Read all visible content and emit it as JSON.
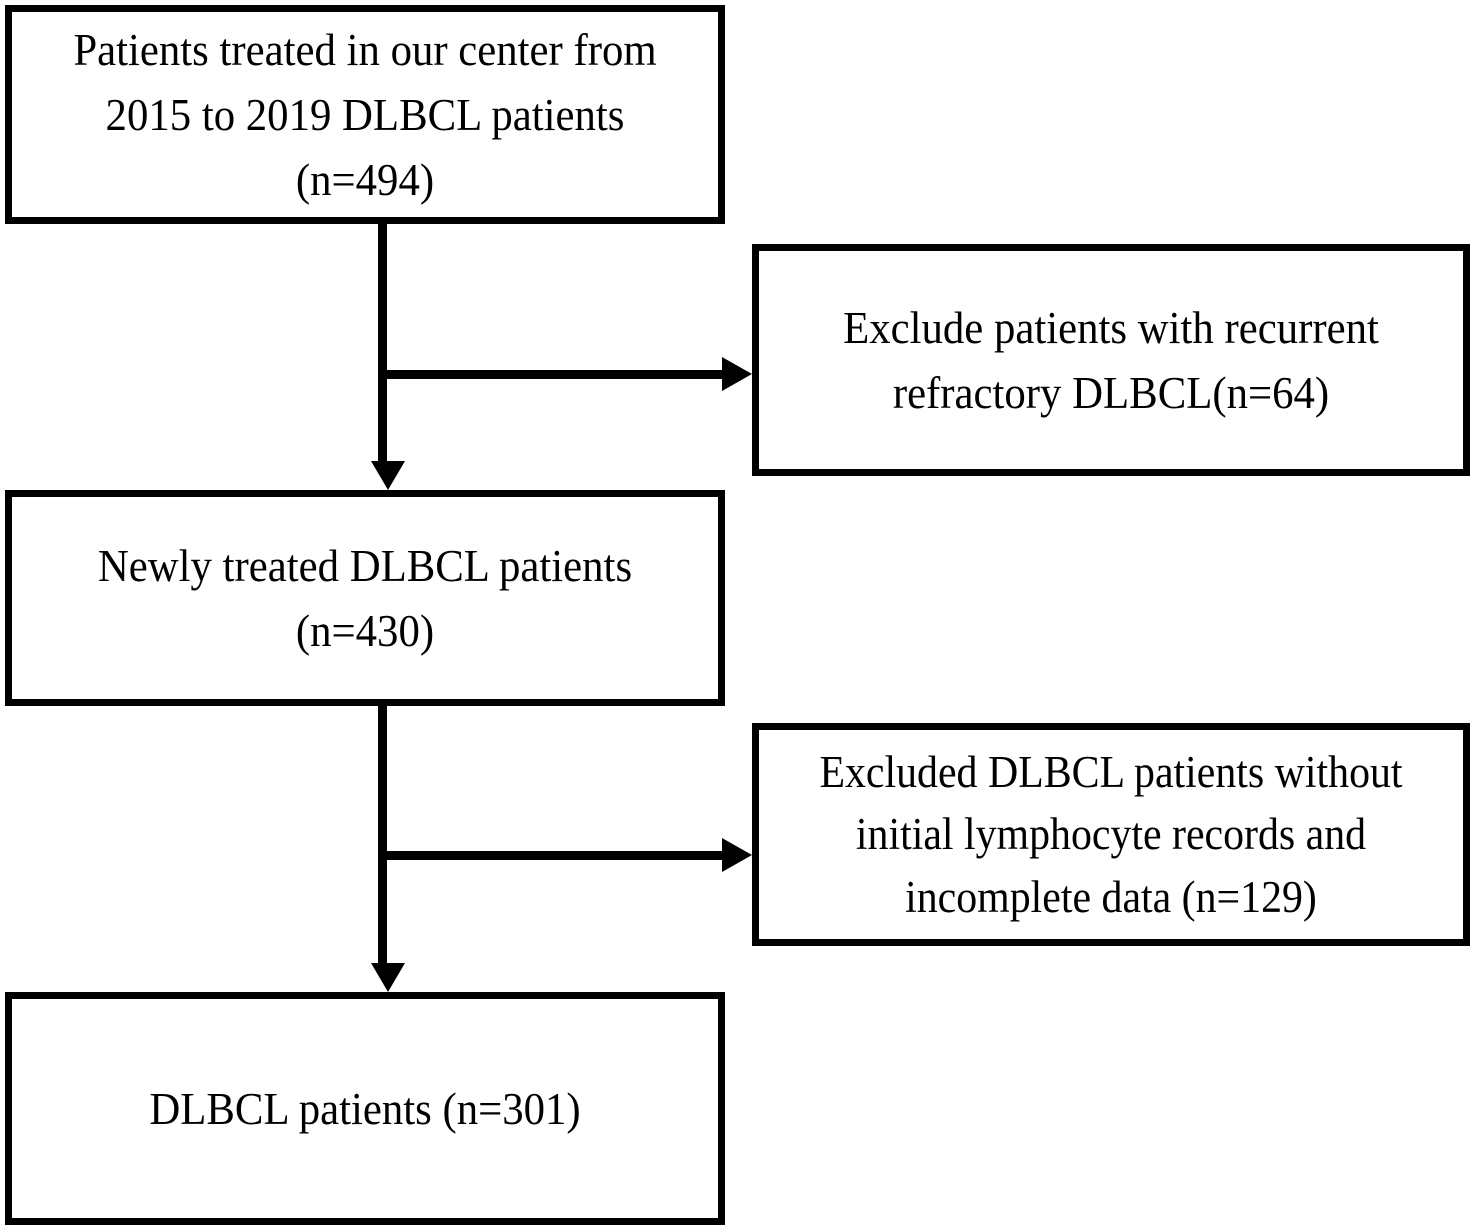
{
  "diagram": {
    "title": "DLBCL patient selection flowchart",
    "type": "flowchart",
    "orientation": "top-to-bottom with right-side exclusion branches",
    "colors": {
      "background": "#ffffff",
      "border": "#000000",
      "text": "#000000",
      "connector": "#000000"
    },
    "nodes": {
      "cohort_initial": {
        "id": "cohort-initial",
        "kind": "cohort",
        "lines": [
          "Patients treated in our center from",
          "2015 to 2019 DLBCL patients",
          "(n=494)"
        ],
        "count": 494
      },
      "excluded_recurrent": {
        "id": "excluded-recurrent",
        "kind": "exclusion",
        "lines": [
          "Exclude patients with recurrent",
          "refractory DLBCL(n=64)"
        ],
        "count": 64
      },
      "cohort_newly_treated": {
        "id": "cohort-newly-treated",
        "kind": "cohort",
        "lines": [
          "Newly treated DLBCL patients",
          "(n=430)"
        ],
        "count": 430
      },
      "excluded_records": {
        "id": "excluded-records",
        "kind": "exclusion",
        "lines": [
          "Excluded DLBCL patients without",
          "initial lymphocyte records and",
          "incomplete data (n=129)"
        ],
        "count": 129
      },
      "cohort_final": {
        "id": "cohort-final",
        "kind": "cohort",
        "lines": [
          "DLBCL patients (n=301)"
        ],
        "count": 301
      }
    },
    "edges": [
      {
        "id": "edge-initial-to-newly",
        "from": "cohort_initial",
        "to": "cohort_newly_treated",
        "direction": "down",
        "arrowhead": "filled-triangle"
      },
      {
        "id": "edge-initial-to-excluded-recurrent",
        "from": "cohort_initial",
        "to": "excluded_recurrent",
        "direction": "right",
        "arrowhead": "filled-triangle"
      },
      {
        "id": "edge-newly-to-final",
        "from": "cohort_newly_treated",
        "to": "cohort_final",
        "direction": "down",
        "arrowhead": "filled-triangle"
      },
      {
        "id": "edge-newly-to-excluded-records",
        "from": "cohort_newly_treated",
        "to": "excluded_records",
        "direction": "right",
        "arrowhead": "filled-triangle"
      }
    ]
  }
}
